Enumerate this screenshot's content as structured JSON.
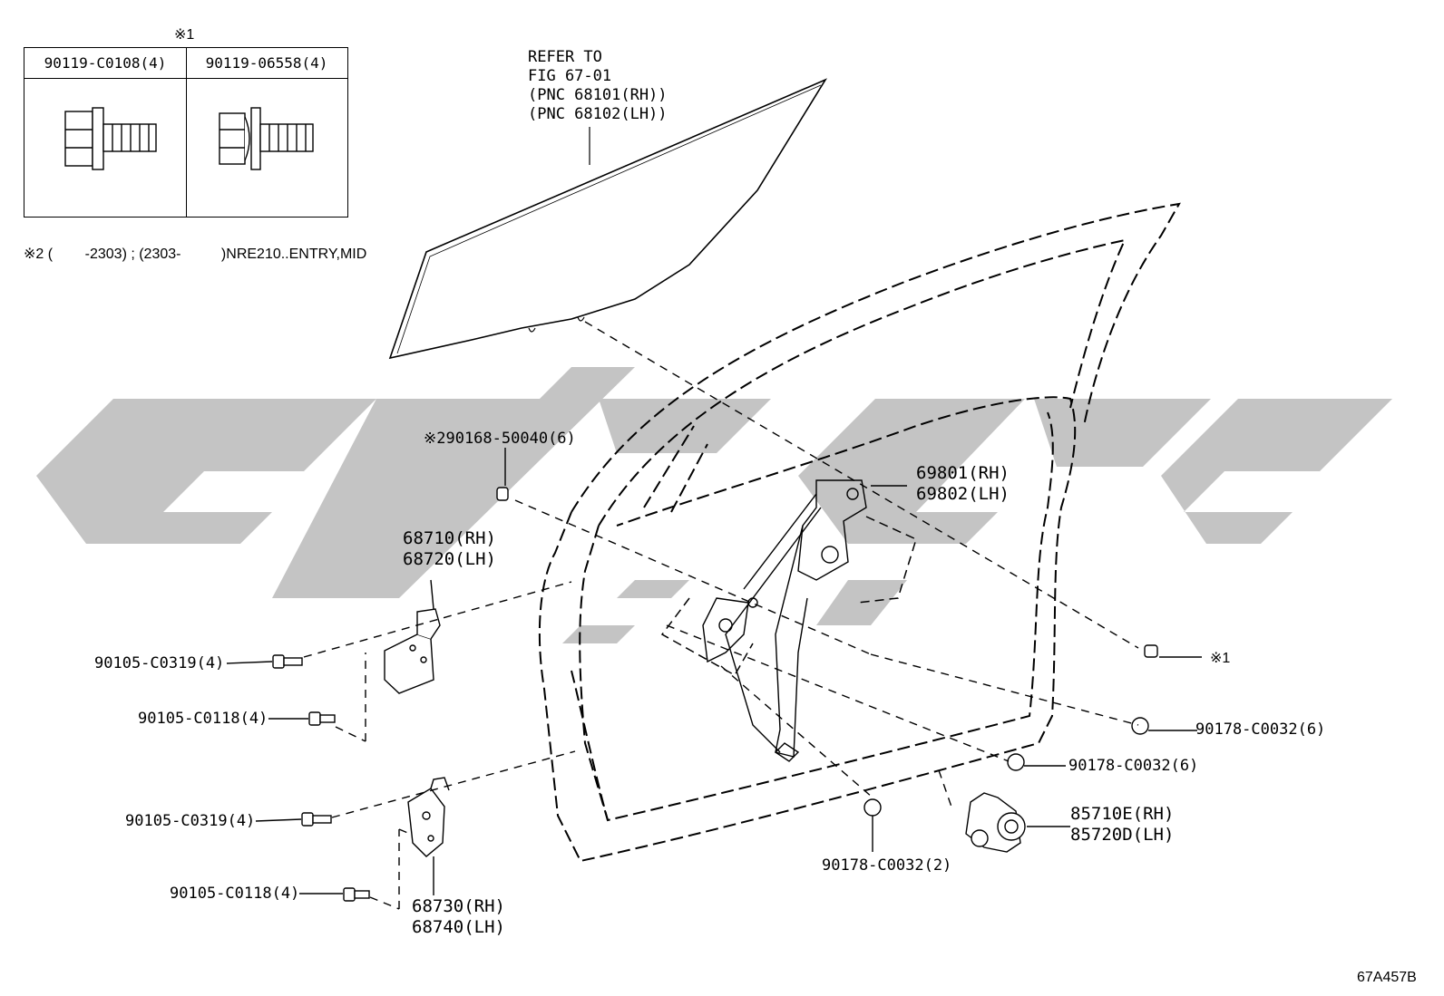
{
  "note_top_marker": "※1",
  "bolt_table": {
    "col1": "90119-C0108(4)",
    "col2": "90119-06558(4)"
  },
  "note2_line": "※2 (        -2303) ; (2303-          )NRE210..ENTRY,MID",
  "glass_ref": [
    "REFER TO",
    "FIG 67-01",
    "(PNC 68101(RH))",
    "(PNC 68102(LH))"
  ],
  "callouts": {
    "screw_90168": "※290168-50040(6)",
    "regulator_rh": "69801(RH)",
    "regulator_lh": "69802(LH)",
    "hinge_upper_rh": "68710(RH)",
    "hinge_upper_lh": "68720(LH)",
    "bolt_upper_1": "90105-C0319(4)",
    "bolt_upper_2": "90105-C0118(4)",
    "bolt_lower_1": "90105-C0319(4)",
    "bolt_lower_2": "90105-C0118(4)",
    "hinge_lower_rh": "68730(RH)",
    "hinge_lower_lh": "68740(LH)",
    "ref_marker_1": "※1",
    "nut_a": "90178-C0032(6)",
    "nut_b": "90178-C0032(6)",
    "nut_c": "90178-C0032(2)",
    "motor_rh": "85710E(RH)",
    "motor_lh": "85720D(LH)"
  },
  "figure_code": "67A457B",
  "colors": {
    "watermark": "#c4c4c4",
    "ink": "#000000"
  }
}
